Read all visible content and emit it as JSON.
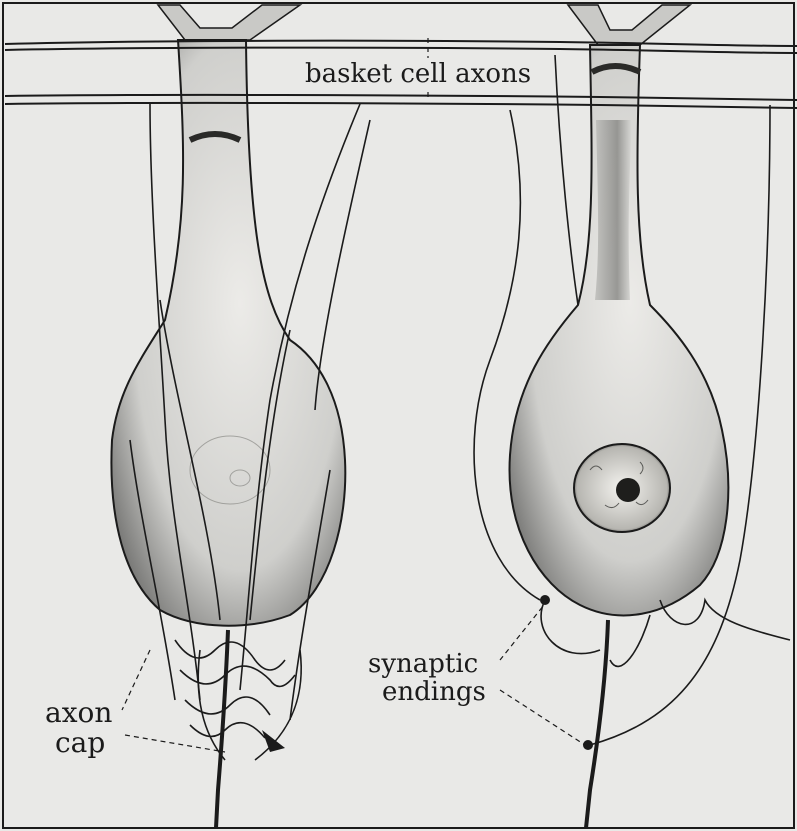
{
  "labels": {
    "basket_cell_axons": "basket cell axons",
    "synaptic_line1": "synaptic",
    "synaptic_line2": "endings",
    "axon_line1": "axon",
    "axon_line2": "cap"
  },
  "colors": {
    "paper": "#e9e9e7",
    "ink": "#1b1b1b",
    "cell_body": "#cfcfcc",
    "nucleus": "#9a9a96"
  }
}
